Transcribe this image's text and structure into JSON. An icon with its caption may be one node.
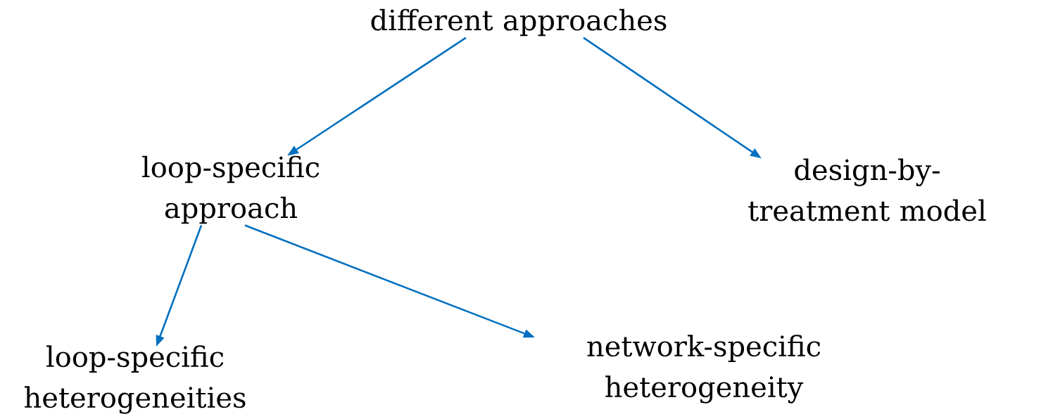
{
  "diagram": {
    "nodes": [
      {
        "text": [
          "different approaches"
        ]
      },
      {
        "text": [
          "loop-specific approach"
        ]
      },
      {
        "text": [
          "design-by-treatment model"
        ]
      },
      {
        "text": [
          "loop-specific heterogeneities"
        ]
      },
      {
        "text": [
          "network-specific heterogeneity"
        ]
      }
    ],
    "edges": [
      {
        "from": 0,
        "to": 1,
        "arrow": "to"
      },
      {
        "from": 0,
        "to": 2,
        "arrow": "to"
      },
      {
        "from": 1,
        "to": 3,
        "arrow": "to"
      },
      {
        "from": 1,
        "to": 4,
        "arrow": "to"
      }
    ]
  }
}
